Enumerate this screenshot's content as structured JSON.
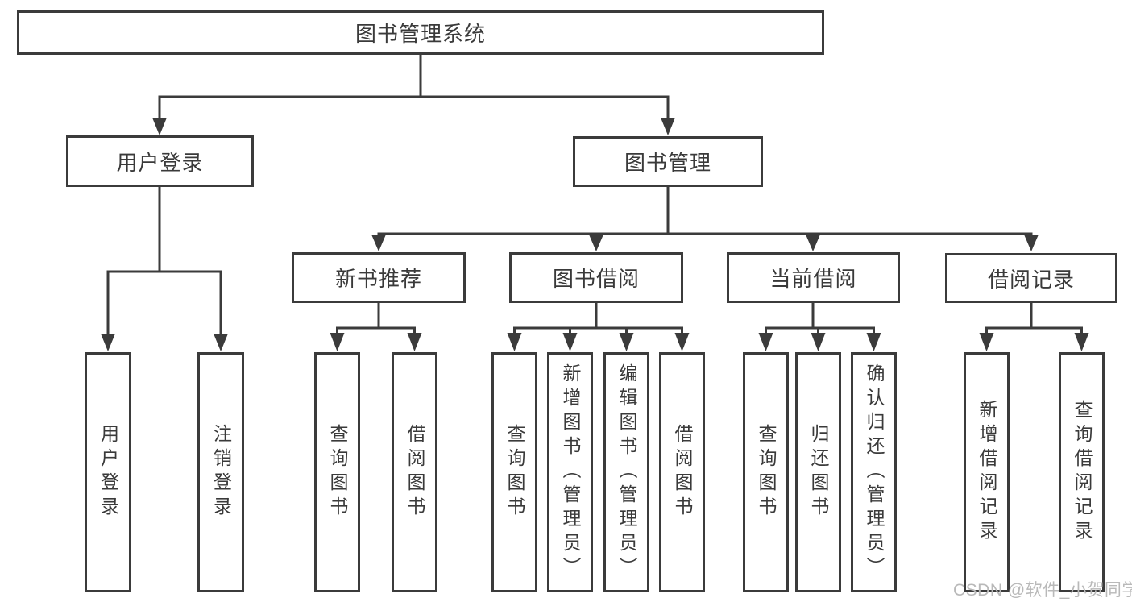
{
  "diagram": {
    "root": "图书管理系统",
    "branches": {
      "user_login": "用户登录",
      "book_mgmt": "图书管理"
    },
    "modules": {
      "new_book": "新书推荐",
      "borrow": "图书借阅",
      "current": "当前借阅",
      "records": "借阅记录"
    },
    "leaves": {
      "user_login_leaf": "用户登录",
      "logout": "注销登录",
      "newbook_query": "查询图书",
      "newbook_borrow": "借阅图书",
      "borrow_query": "查询图书",
      "borrow_add": "新增图书（管理员）",
      "borrow_edit": "编辑图书（管理员）",
      "borrow_borrow": "借阅图书",
      "current_query": "查询图书",
      "current_return": "归还图书",
      "current_confirm": "确认归还（管理员）",
      "records_add": "新增借阅记录",
      "records_query": "查询借阅记录"
    }
  },
  "watermark": "CSDN @软件_小贺同学",
  "colors": {
    "line": "#3b3b3b",
    "text": "#3a3a3a",
    "watermark": "#b9b9b9",
    "background": "#ffffff"
  }
}
